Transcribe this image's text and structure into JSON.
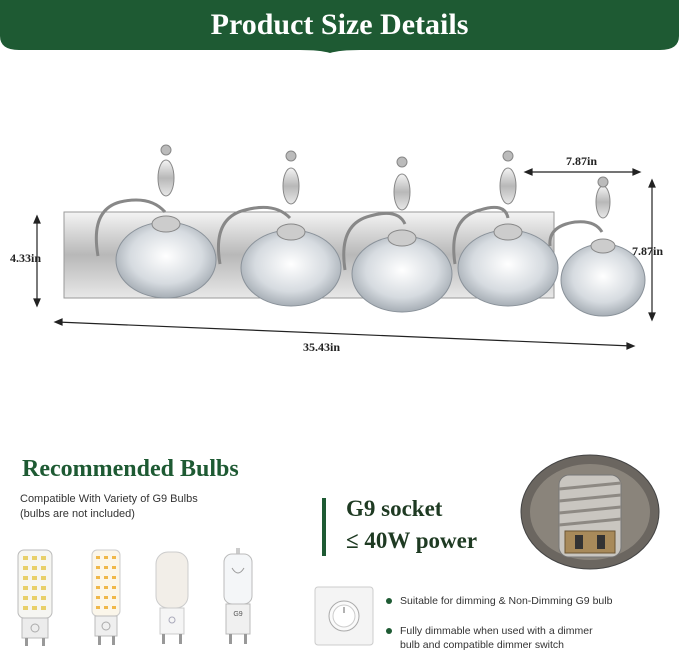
{
  "banner": {
    "title": "Product Size Details",
    "color": "#1e5a33"
  },
  "dimensions": {
    "arm_reach": "7.87in",
    "height": "7.87in",
    "backplate_height": "4.33in",
    "width": "35.43in"
  },
  "bulbs_section": {
    "title": "Recommended Bulbs",
    "subtitle_line1": "Compatible With Variety of G9 Bulbs",
    "subtitle_line2": "(bulbs are not included)",
    "bulb_types": [
      "led-ceramic-bulb-icon",
      "led-ceramic-warm-bulb-icon",
      "frosted-g9-bulb-icon",
      "halogen-g9-bulb-icon"
    ],
    "halogen_label": "G9"
  },
  "socket": {
    "line1": "G9 socket",
    "line2": "≤ 40W power"
  },
  "features": [
    {
      "text1": "Suitable for dimming & Non-Dimming G9 bulb",
      "text2": ""
    },
    {
      "text1": "Fully dimmable when used with a dimmer",
      "text2": "bulb and compatible dimmer switch"
    }
  ]
}
